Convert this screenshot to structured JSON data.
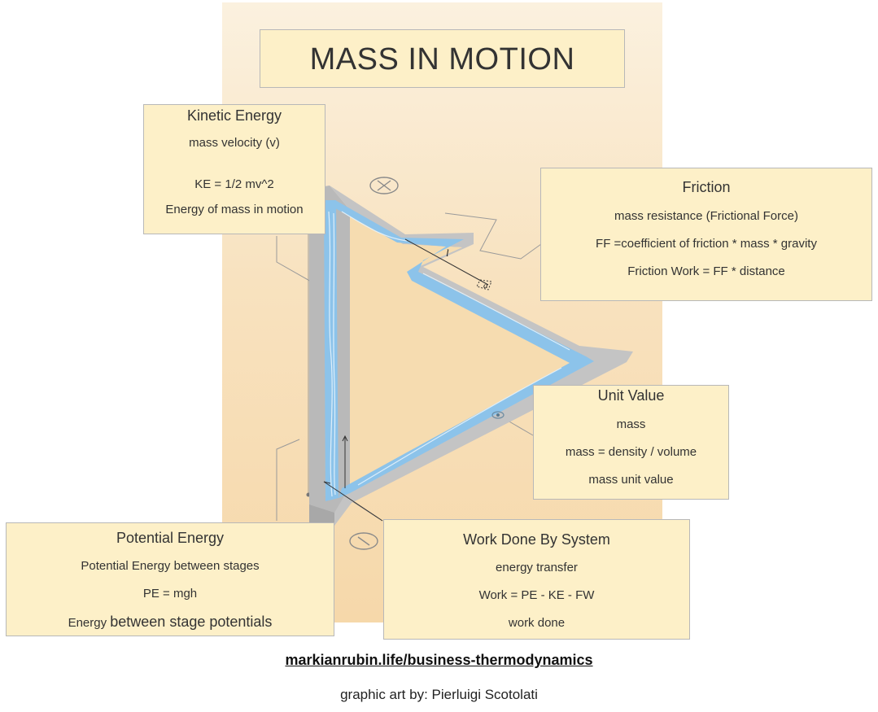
{
  "title": "MASS IN MOTION",
  "kinetic_energy": {
    "heading": "Kinetic Energy",
    "line1": "mass velocity (v)",
    "formula": "KE = 1/2 mv^2",
    "line3": "Energy of mass in motion"
  },
  "friction": {
    "heading": "Friction",
    "line1": "mass resistance (Frictional Force)",
    "line2": "FF =coefficient of friction * mass * gravity",
    "line3": "Friction Work = FF * distance"
  },
  "unit_value": {
    "heading": "Unit Value",
    "line1": "mass",
    "line2": "mass = density / volume",
    "line3": "mass unit value"
  },
  "potential_energy": {
    "heading": "Potential Energy",
    "line1": "Potential Energy between stages",
    "formula": "PE = mgh",
    "line3_small": "Energy",
    "line3_large": "between stage potentials"
  },
  "work_done": {
    "heading": "Work Done By System",
    "line1": "energy transfer",
    "formula": "Work = PE - KE - FW",
    "line3": "work done"
  },
  "diagram_labels": {
    "length": "l",
    "area": "a"
  },
  "link": "markianrubin.life/business-thermodynamics",
  "credit": "graphic art by: Pierluigi Scotolati",
  "colors": {
    "box_fill": "#fdf0c8",
    "water": "#8cc3ea",
    "wall": "#b9b9b9",
    "panel": "#f8e2bf"
  }
}
